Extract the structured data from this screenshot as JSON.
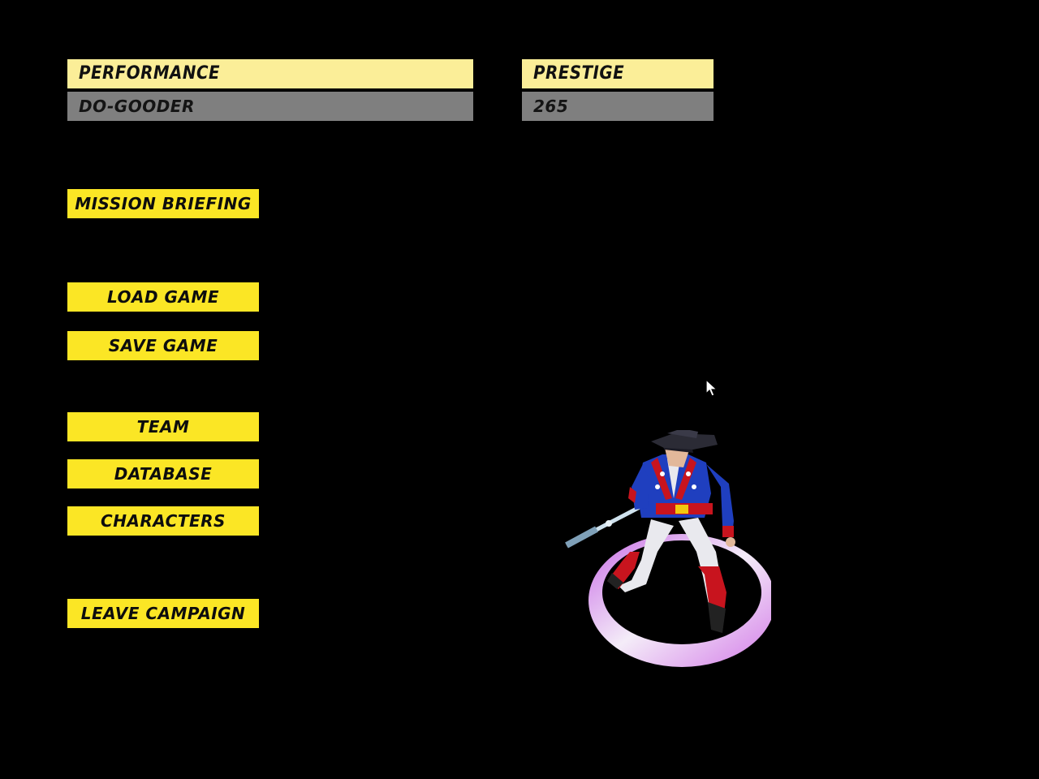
{
  "stats": {
    "performance": {
      "label": "PERFORMANCE",
      "value": "DO-GOODER"
    },
    "prestige": {
      "label": "PRESTIGE",
      "value": "265"
    }
  },
  "menu": {
    "mission_briefing": "MISSION BRIEFING",
    "load_game": "LOAD GAME",
    "save_game": "SAVE GAME",
    "team": "TEAM",
    "database": "DATABASE",
    "characters": "CHARACTERS",
    "leave_campaign": "LEAVE CAMPAIGN"
  },
  "colors": {
    "background": "#000000",
    "header_bg": "#fbee98",
    "value_bg": "#7f7f7f",
    "button_bg": "#fbe625",
    "ring": "#d98cf0"
  },
  "icons": {
    "cursor": "mouse-pointer-icon",
    "character": "patriot-hero-model"
  }
}
